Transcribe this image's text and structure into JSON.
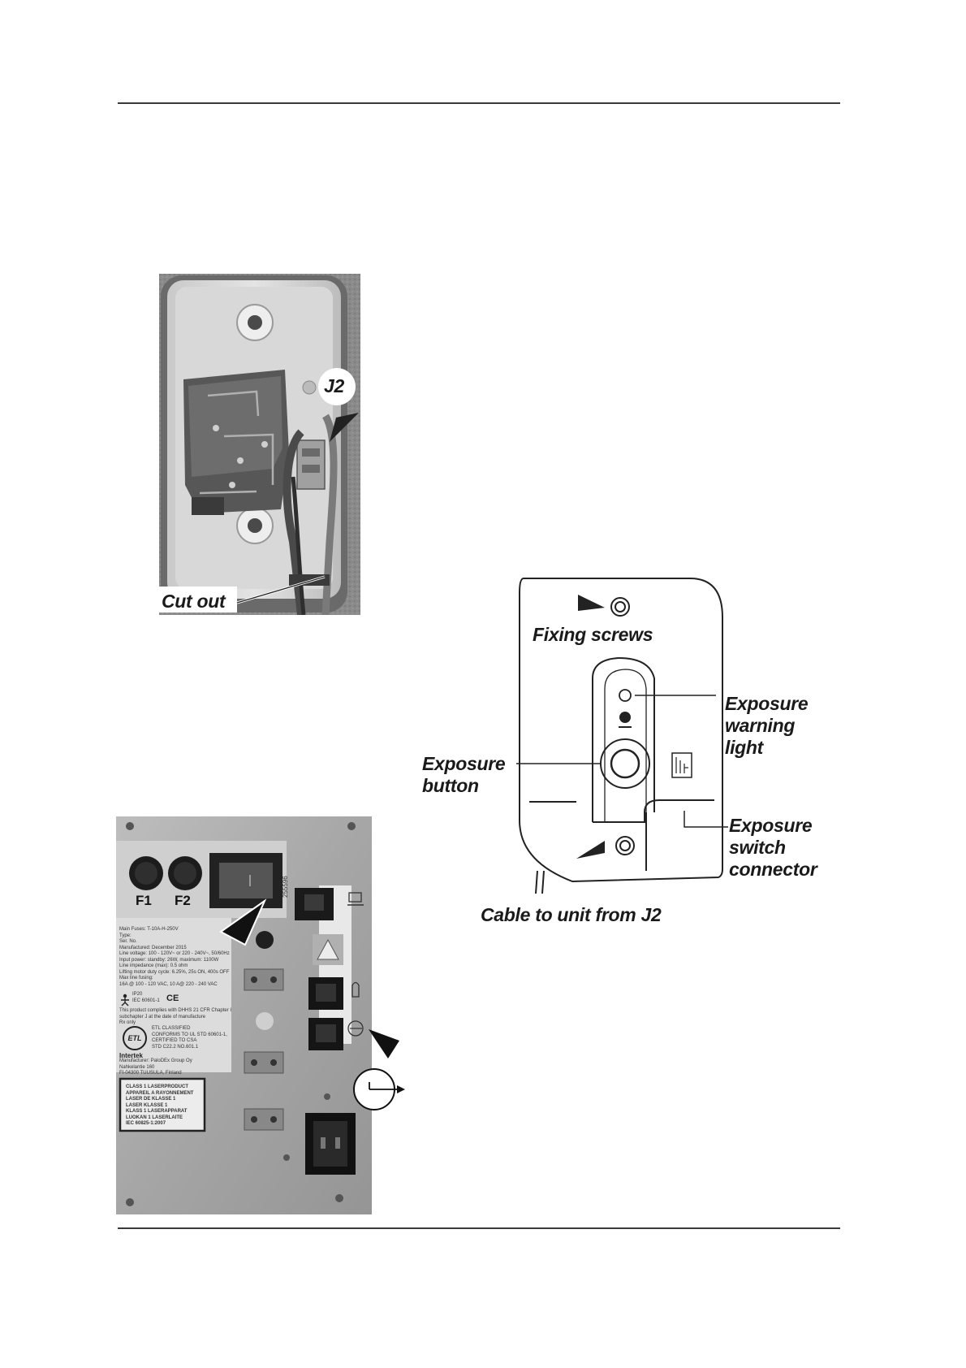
{
  "figure_switch": {
    "callouts": {
      "j2": "J2",
      "cut_out": "Cut out"
    }
  },
  "figure_schematic": {
    "callouts": {
      "fixing_screws": "Fixing screws",
      "exposure_warning_light": [
        "Exposure",
        "warning",
        "light"
      ],
      "exposure_button": [
        "Exposure",
        "button"
      ],
      "exposure_switch_connector": [
        "Exposure",
        "switch",
        "connector"
      ],
      "cable": "Cable to unit from J2"
    }
  },
  "figure_rear_panel": {
    "fuses": [
      "F1",
      "F2"
    ],
    "part_code": "255596",
    "rating_label": [
      "Main Fuses: T-10A-H-250V",
      "Type:",
      "Ser. No.",
      "Manufactured: December 2015",
      "Line voltage: 100 - 120V~ or 220 - 240V~, 50/60Hz",
      "Input power: standby: 26W, maximum: 1100W",
      "Line impedance (max): 0.5 ohm",
      "Lifting motor duty cycle: 6.25%, 25s ON, 400s OFF",
      "Max line fusing:",
      "16A @ 100 - 120 VAC, 10 A@ 220 - 240 VAC"
    ],
    "compliance": [
      "IP20",
      "IEC 60601-1",
      "This product complies with DHHS 21 CFR Chapter I",
      "subchapter J at the date of manufacture",
      "Rx only"
    ],
    "etl_mark": "ETL",
    "intertek": "Intertek",
    "listing": [
      "ETL CLASSIFIED",
      "CONFORMS TO UL STD 60601-1,",
      "CERTIFIED TO CSA",
      "STD C22.2 NO.601.1"
    ],
    "manufacturer": [
      "Manufacturer: PaloDEx Group Oy",
      "Nahkelantie 160",
      "FI-04300 TUUSULA, Finland"
    ],
    "laser_label": [
      "CLASS 1 LASERPRODUCT",
      "APPAREIL A RAYONNEMENT",
      "LASER DE KLASSE 1",
      "LASER KLASSE 1",
      "KLASS 1 LASERAPPARAT",
      "LUOKAN 1 LASERLAITE",
      "IEC 60825-1:2007"
    ]
  },
  "colors": {
    "rule": "#3a3a3a",
    "text": "#1a1a1a",
    "photo_dark": "#2a2a2a",
    "panel": "#a8a8a8"
  },
  "icons": [
    "arrow-pointer-icon",
    "screw-icon",
    "computer-port-icon",
    "hand-switch-port-icon",
    "exposure-switch-port-icon",
    "esd-warning-icon",
    "ce-mark-icon"
  ]
}
